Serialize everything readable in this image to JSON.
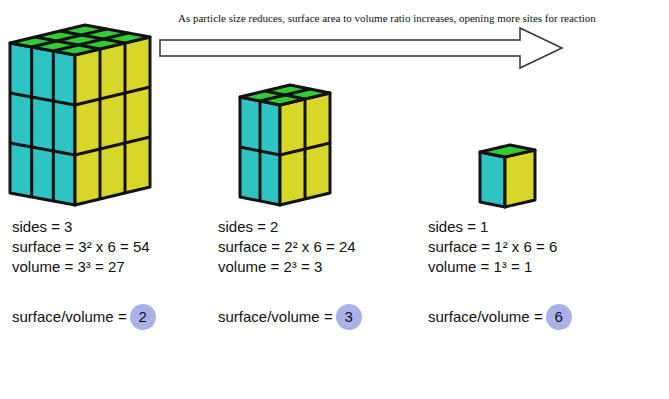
{
  "diagram": {
    "title": "As particle size reduces, surface area to volume ratio increases, opening more sites for reaction",
    "nodes": [
      {
        "text": [
          "2"
        ]
      },
      {
        "text": [
          "3"
        ]
      },
      {
        "text": [
          "6"
        ]
      }
    ],
    "labels": [
      "sides = 3",
      "surface = 3² x 6 = 54",
      "volume = 3³ = 27",
      "surface/volume =",
      "sides = 2",
      "surface = 2² x 6 = 24",
      "volume = 2³ = 3",
      "surface/volume =",
      "sides = 1",
      "surface = 1² x 6 = 6",
      "volume = 1³ = 1",
      "surface/volume ="
    ]
  }
}
